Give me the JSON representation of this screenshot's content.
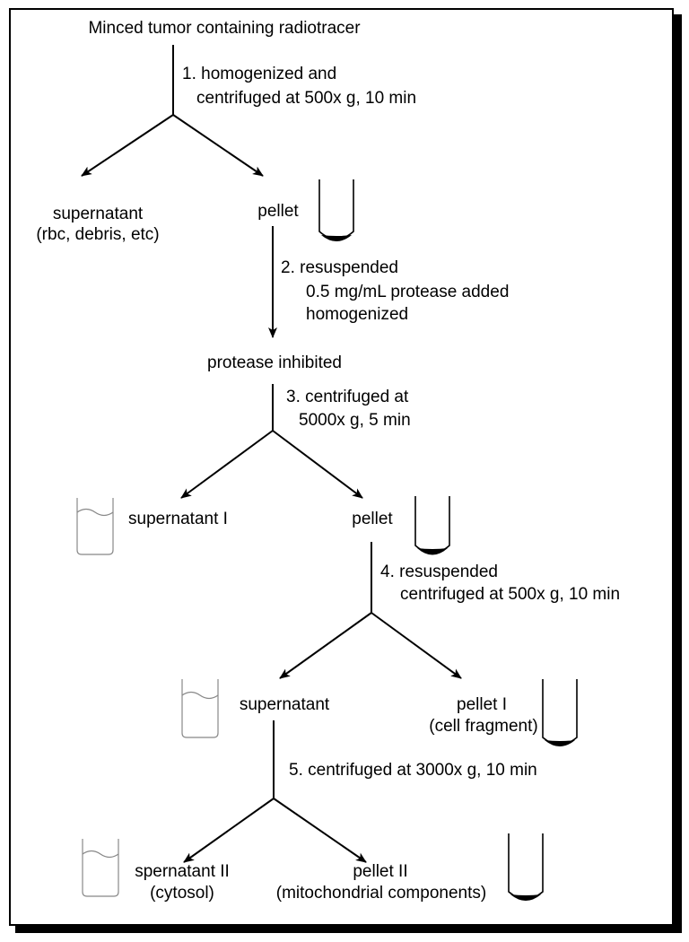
{
  "title": "Minced tumor containing radiotracer",
  "steps": {
    "step1": [
      "1. homogenized and",
      "centrifuged at 500x g, 10 min"
    ],
    "step2": [
      "2. resuspended",
      "0.5 mg/mL protease added",
      "homogenized"
    ],
    "step3": [
      "3. centrifuged at",
      "5000x g, 5 min"
    ],
    "step4": [
      "4. resuspended",
      "centrifuged at 500x g, 10 min"
    ],
    "step5": [
      "5. centrifuged at 3000x g, 10 min"
    ]
  },
  "nodes": {
    "supernatant_debris": [
      "supernatant",
      "(rbc, debris, etc)"
    ],
    "pellet_first": "pellet",
    "protease_inhibited": "protease inhibited",
    "supernatant_1": "supernatant I",
    "pellet_second": "pellet",
    "supernatant_mid": "supernatant",
    "pellet_1": [
      "pellet I",
      "(cell fragment)"
    ],
    "supernatant_2": [
      "spernatant II",
      "(cytosol)"
    ],
    "pellet_2": [
      "pellet II",
      "(mitochondrial components)"
    ]
  }
}
